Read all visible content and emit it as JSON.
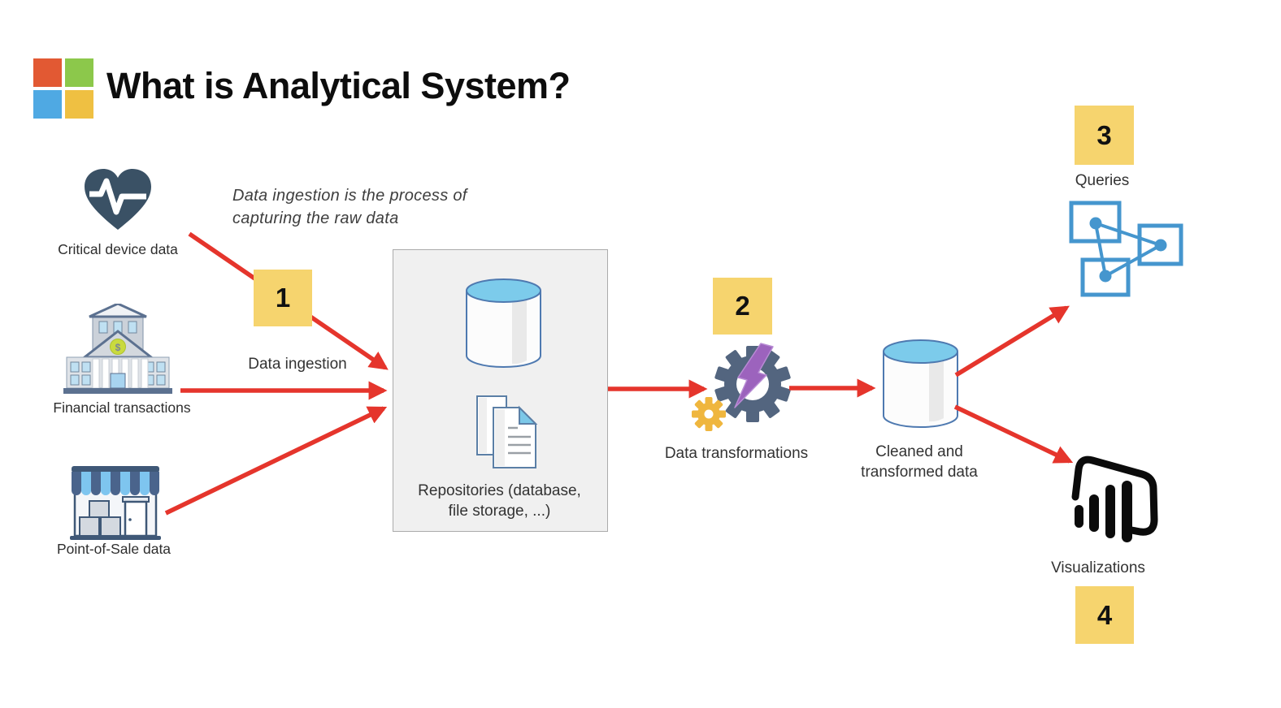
{
  "header": {
    "title": "What is Analytical System?",
    "logo": "microsoft-logo"
  },
  "annotation": {
    "line1": "Data ingestion is the process of",
    "line2": "capturing the raw data"
  },
  "sources": [
    {
      "icon": "heart-pulse-icon",
      "label": "Critical device data"
    },
    {
      "icon": "bank-icon",
      "label": "Financial transactions"
    },
    {
      "icon": "store-icon",
      "label": "Point-of-Sale data"
    }
  ],
  "steps": [
    {
      "number": "1",
      "label": "Data ingestion"
    },
    {
      "number": "2",
      "label": "Data transformations"
    },
    {
      "number": "3",
      "label": "Queries"
    },
    {
      "number": "4",
      "label": "Visualizations"
    }
  ],
  "repository": {
    "label_line1": "Repositories (database,",
    "label_line2": "file storage, ...)"
  },
  "cleaned_store": {
    "label_line1": "Cleaned and",
    "label_line2": "transformed data"
  },
  "colors": {
    "arrow_red": "#E5352C",
    "badge_yellow": "#F6D46E",
    "slate_gear": "#53657F",
    "cylinder_top_blue": "#7CCBEB",
    "lightning_purple": "#9C63BD",
    "small_gear_gold": "#EFB63E",
    "query_blue": "#4596CE",
    "heart_slate": "#3A5165"
  }
}
